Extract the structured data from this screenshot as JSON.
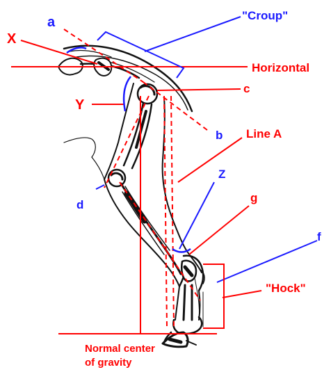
{
  "colors": {
    "red": "#ff0000",
    "blue": "#1a1aff",
    "ink": "#111111",
    "background": "#ffffff"
  },
  "labels": {
    "a": "a",
    "x": "X",
    "croup": "\"Croup\"",
    "horizontal": "Horizontal",
    "c": "c",
    "y": "Y",
    "b": "b",
    "line_a": "Line A",
    "z": "Z",
    "g": "g",
    "d": "d",
    "f": "f",
    "hock": "\"Hock\"",
    "center_line1": "Normal center",
    "center_line2": "of gravity"
  }
}
